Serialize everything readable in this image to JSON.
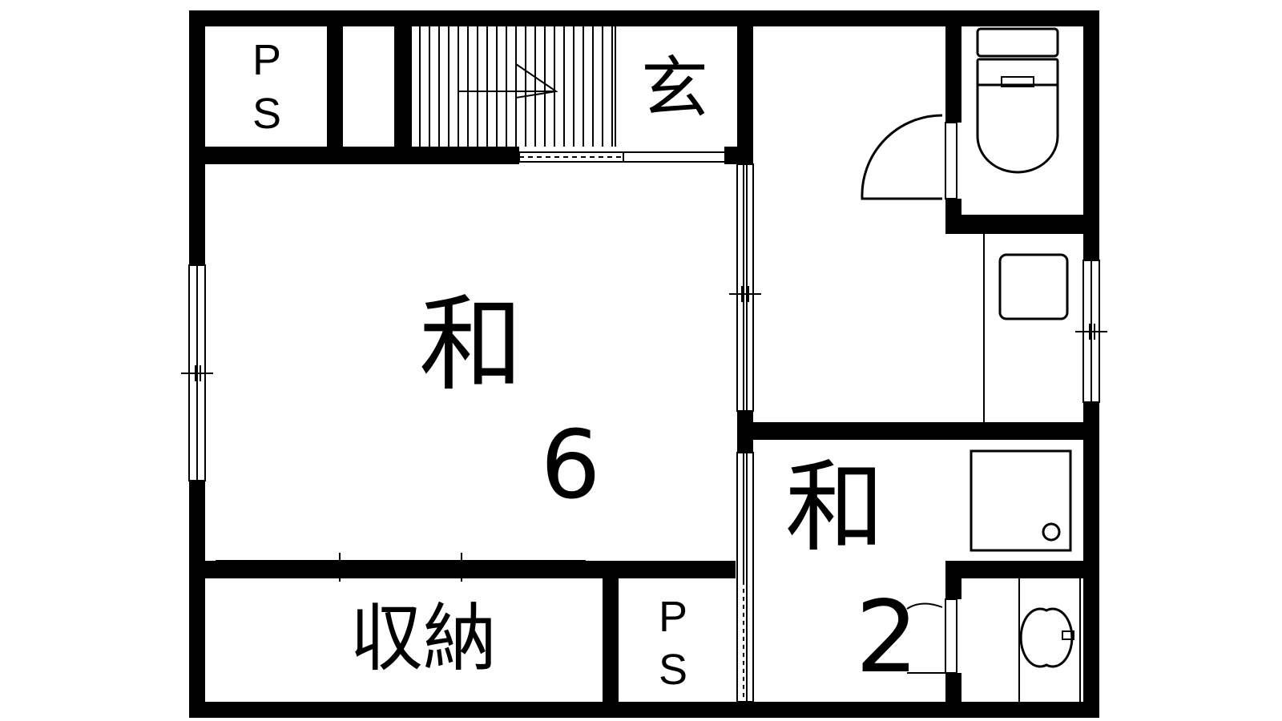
{
  "floorplan": {
    "rooms": {
      "washitsu_large": {
        "kanji": "和",
        "size": "6"
      },
      "washitsu_small": {
        "kanji": "和",
        "size": "2"
      },
      "genkan": {
        "label": "玄"
      },
      "storage": {
        "label": "収納"
      },
      "ps_top": {
        "line1": "P",
        "line2": "S"
      },
      "ps_bottom": {
        "line1": "P",
        "line2": "S"
      }
    },
    "colors": {
      "wall": "#000000",
      "background": "#ffffff"
    }
  }
}
